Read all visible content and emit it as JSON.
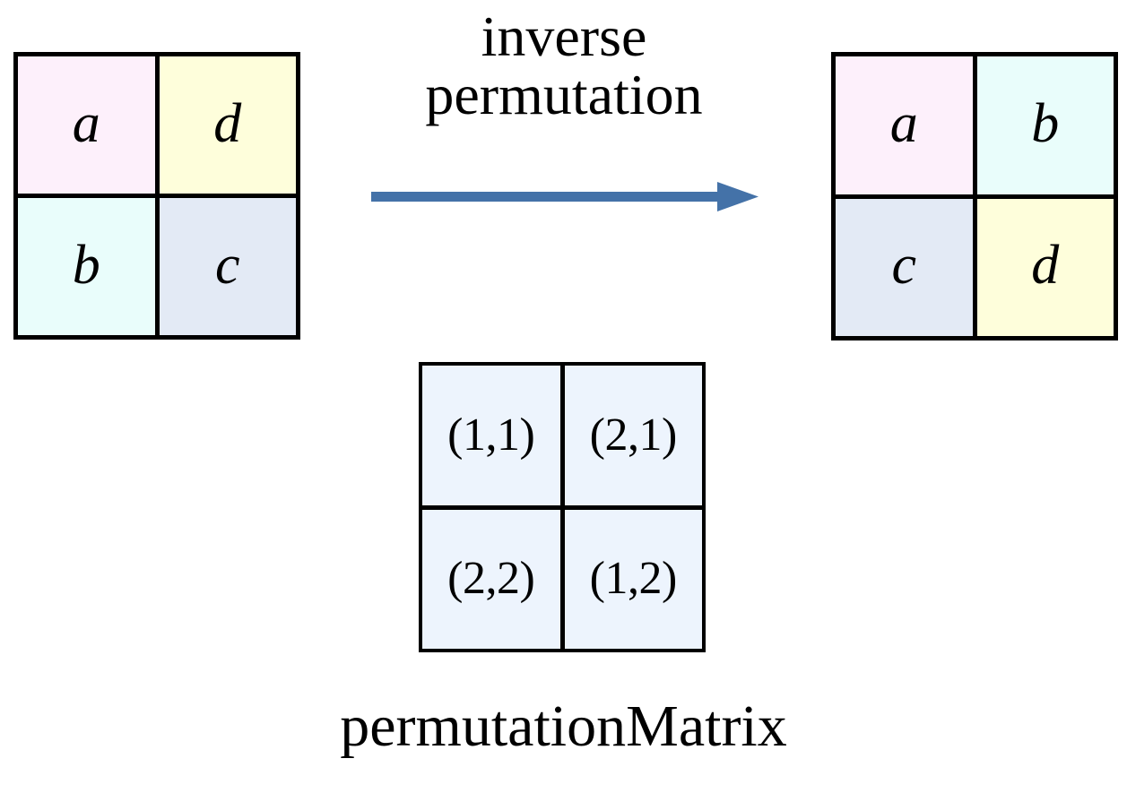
{
  "diagram": {
    "title_lines": [
      "inverse",
      "permutation"
    ],
    "arrow": {
      "name": "rightwards-arrow",
      "color": "#4472a8",
      "direction": "right"
    },
    "caption": "permutationMatrix",
    "colors": {
      "pink": "#fdf0fb",
      "yellow": "#fefedb",
      "cyan": "#e9fdfb",
      "lavender": "#e3eaf5",
      "pale_blue": "#edf4fd",
      "border": "#000000",
      "arrow_blue": "#4472a8",
      "background": "#ffffff"
    },
    "source_matrix": {
      "name": "source-matrix",
      "cells": [
        {
          "label": "a",
          "color": "#fdf0fb"
        },
        {
          "label": "d",
          "color": "#fefedb"
        },
        {
          "label": "b",
          "color": "#e9fdfb"
        },
        {
          "label": "c",
          "color": "#e3eaf5"
        }
      ]
    },
    "result_matrix": {
      "name": "result-matrix",
      "cells": [
        {
          "label": "a",
          "color": "#fdf0fb"
        },
        {
          "label": "b",
          "color": "#e9fdfb"
        },
        {
          "label": "c",
          "color": "#e3eaf5"
        },
        {
          "label": "d",
          "color": "#fefedb"
        }
      ]
    },
    "permutation_matrix": {
      "name": "permutation-matrix",
      "cells": [
        {
          "label": "(1,1)",
          "color": "#edf4fd"
        },
        {
          "label": "(2,1)",
          "color": "#edf4fd"
        },
        {
          "label": "(2,2)",
          "color": "#edf4fd"
        },
        {
          "label": "(1,2)",
          "color": "#edf4fd"
        }
      ]
    }
  }
}
